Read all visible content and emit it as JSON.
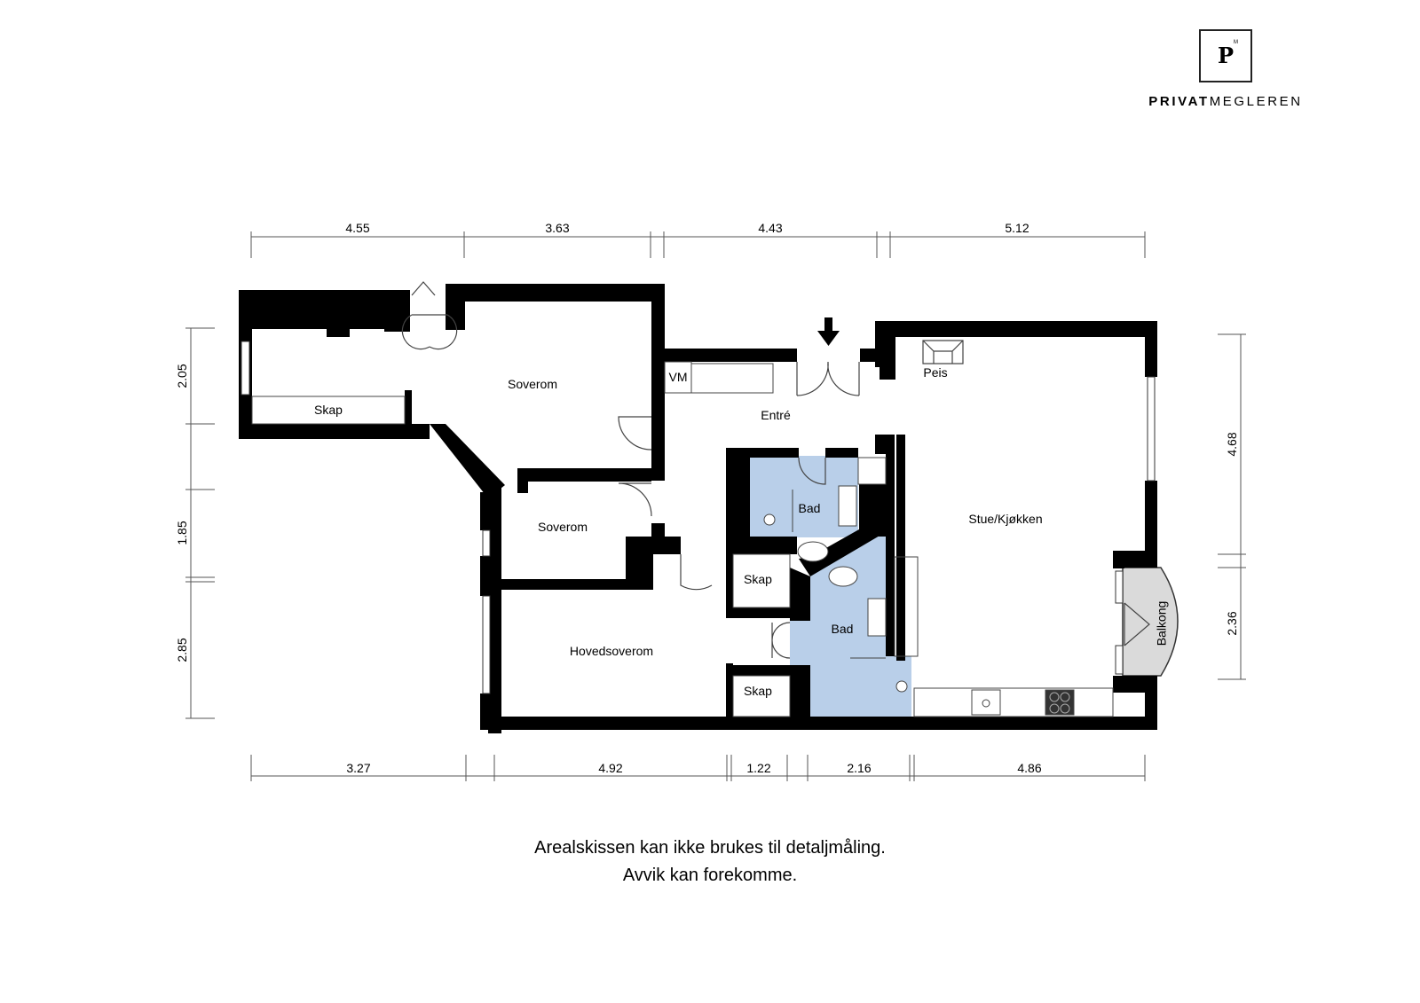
{
  "brand": {
    "logo_letter": "P",
    "logo_mark": "M",
    "name_bold": "PRIVAT",
    "name_regular": "MEGLEREN"
  },
  "rooms": {
    "skap1": "Skap",
    "soverom1": "Soverom",
    "vm": "VM",
    "entre": "Entré",
    "peis": "Peis",
    "soverom2": "Soverom",
    "bad1": "Bad",
    "stue": "Stue/Kjøkken",
    "skap2": "Skap",
    "bad2": "Bad",
    "balkong": "Balkong",
    "hovedsoverom": "Hovedsoverom",
    "skap3": "Skap"
  },
  "dimensions": {
    "top": [
      "4.55",
      "3.63",
      "4.43",
      "5.12"
    ],
    "bottom": [
      "3.27",
      "4.92",
      "1.22",
      "2.16",
      "4.86"
    ],
    "left": [
      "2.05",
      "1.85",
      "2.85"
    ],
    "right": [
      "4.68",
      "2.36"
    ]
  },
  "colors": {
    "wall": "#000000",
    "bathroom": "#b9cfe9",
    "balcony": "#dadada"
  },
  "disclaimer": {
    "line1": "Arealskissen kan ikke brukes til detaljmåling.",
    "line2": "Avvik kan forekomme."
  }
}
